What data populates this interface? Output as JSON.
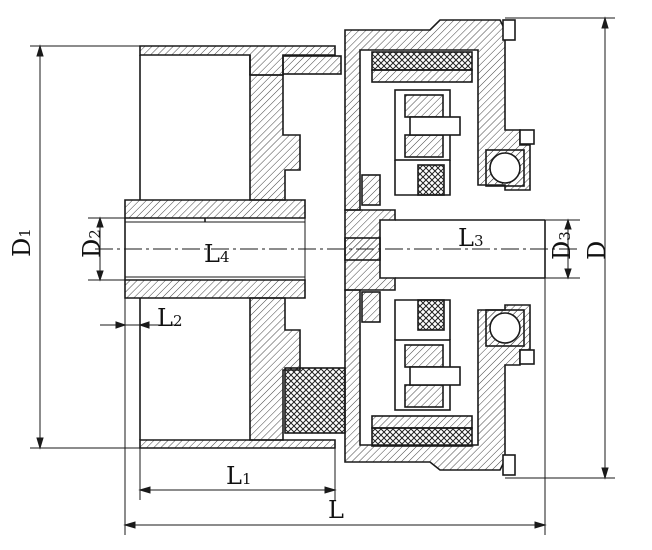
{
  "labels": {
    "L": "L",
    "L1": {
      "main": "L",
      "sub": "1"
    },
    "L2": {
      "main": "L",
      "sub": "2"
    },
    "L3": {
      "main": "L",
      "sub": "3"
    },
    "L4": {
      "main": "L",
      "sub": "4"
    },
    "D": "D",
    "D1": {
      "main": "D",
      "sub": "1"
    },
    "D2": {
      "main": "D",
      "sub": "2"
    },
    "D3": {
      "main": "D",
      "sub": "3"
    }
  },
  "colors": {
    "line": "#1a1a1a",
    "hatch": "#444444",
    "crosshatch": "#222222"
  }
}
